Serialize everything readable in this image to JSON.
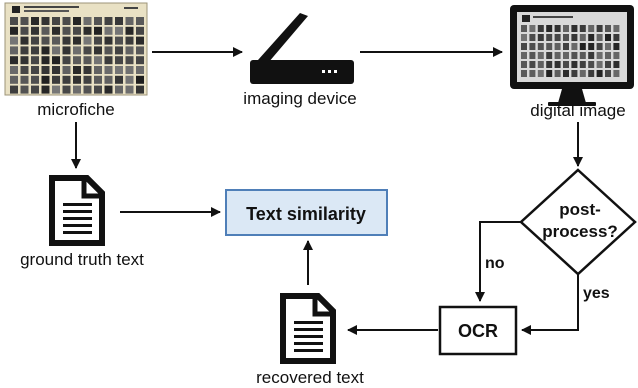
{
  "nodes": {
    "microfiche": {
      "label": "microfiche",
      "icon": "microfiche-sheet-icon"
    },
    "imaging_device": {
      "label": "imaging device",
      "icon": "flatbed-scanner-icon"
    },
    "digital_image": {
      "label": "digital image",
      "icon": "computer-monitor-icon"
    },
    "ground_truth": {
      "label": "ground truth text",
      "icon": "document-icon"
    },
    "text_similarity": {
      "label": "Text similarity"
    },
    "decision": {
      "line1": "post-",
      "line2": "process?"
    },
    "ocr": {
      "label": "OCR"
    },
    "recovered_text": {
      "label": "recovered text",
      "icon": "document-icon"
    }
  },
  "edges": {
    "no_label": "no",
    "yes_label": "yes"
  },
  "colors": {
    "similarity_fill": "#dbe8f5",
    "similarity_stroke": "#4f7fb8",
    "no": "#b22222",
    "yes": "#4caf50",
    "microfiche_bg": "#e9e1c4"
  }
}
